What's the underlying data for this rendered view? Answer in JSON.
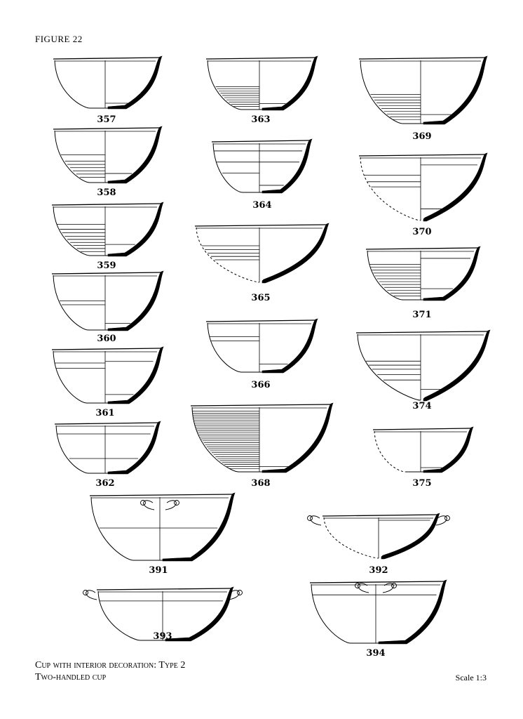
{
  "figure_title": "FIGURE 22",
  "caption": {
    "line1": "Cup with interior decoration: Type 2",
    "line2": "Two-handled cup"
  },
  "scale_label": "Scale 1:3",
  "vessel_labels": {
    "v357": "357",
    "v358": "358",
    "v359": "359",
    "v360": "360",
    "v361": "361",
    "v362": "362",
    "v363": "363",
    "v364": "364",
    "v365": "365",
    "v366": "366",
    "v368": "368",
    "v369": "369",
    "v370": "370",
    "v371": "371",
    "v374": "374",
    "v375": "375",
    "v391": "391",
    "v392": "392",
    "v393": "393",
    "v394": "394"
  }
}
